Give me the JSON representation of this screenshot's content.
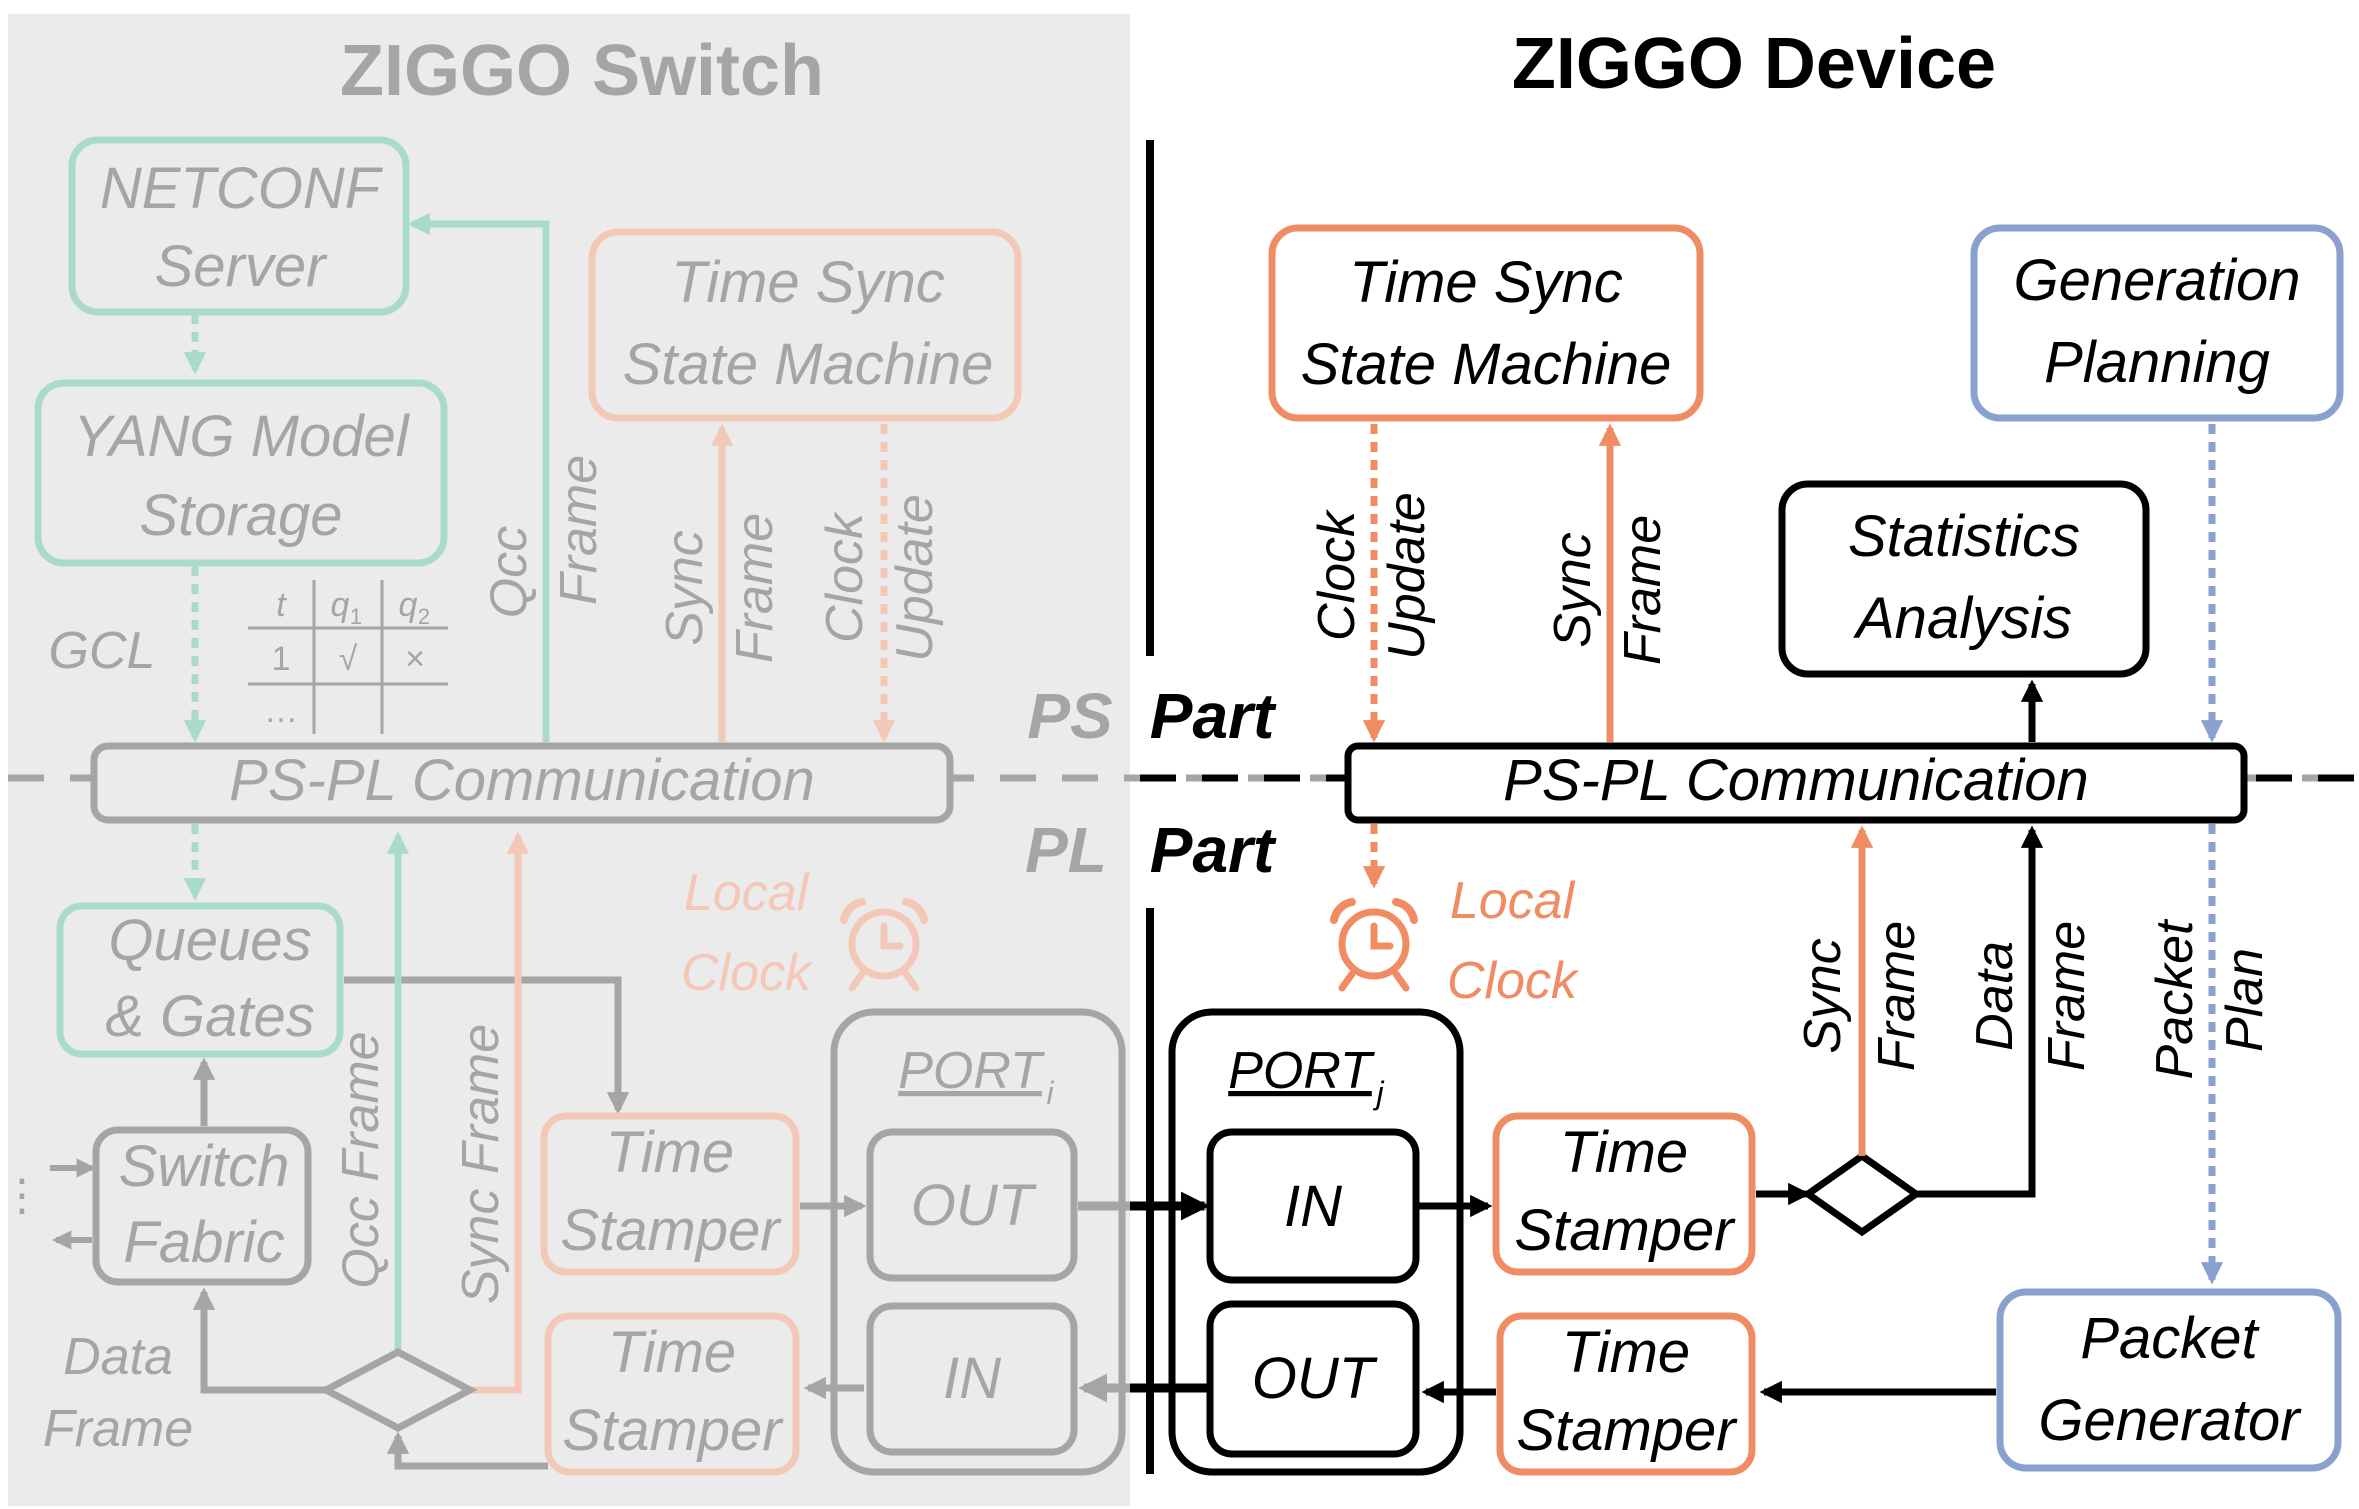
{
  "switch": {
    "title": "ZIGGO Switch",
    "netconf": [
      "NETCONF",
      "Server"
    ],
    "yang": [
      "YANG Model",
      "Storage"
    ],
    "time_sync": [
      "Time Sync",
      "State Machine"
    ],
    "gcl": "GCL",
    "gcl_table": {
      "headers": [
        "t",
        "q",
        "q"
      ],
      "header_subscripts": [
        "",
        "1",
        "2"
      ],
      "rows": [
        [
          "1",
          "√",
          "×"
        ],
        [
          "…",
          "",
          ""
        ]
      ]
    },
    "qcc_frame_up": [
      "Qcc",
      "Frame"
    ],
    "sync_frame_up": [
      "Sync",
      "Frame"
    ],
    "clock_update": [
      "Clock",
      "Update"
    ],
    "psp_comm": "PS-PL Communication",
    "local_clock": [
      "Local",
      "Clock"
    ],
    "queues": [
      "Queues",
      "& Gates"
    ],
    "fabric": [
      "Switch",
      "Fabric"
    ],
    "qcc_frame_vertical": "Qcc Frame",
    "sync_frame_vertical": "Sync Frame",
    "time_stamper_1": [
      "Time",
      "Stamper"
    ],
    "time_stamper_2": [
      "Time",
      "Stamper"
    ],
    "port": "PORT",
    "port_sub": "i",
    "out": "OUT",
    "in": "IN",
    "data_frame": [
      "Data",
      "Frame"
    ],
    "ellipsis": "⋮"
  },
  "parts": {
    "ps_abbr": "PS",
    "ps_word": "Part",
    "pl_abbr": "PL",
    "pl_word": "Part"
  },
  "device": {
    "title": "ZIGGO Device",
    "time_sync": [
      "Time Sync",
      "State Machine"
    ],
    "gen_plan": [
      "Generation",
      "Planning"
    ],
    "stats": [
      "Statistics",
      "Analysis"
    ],
    "clock_update": [
      "Clock",
      "Update"
    ],
    "sync_frame_up": [
      "Sync",
      "Frame"
    ],
    "psp_comm": "PS-PL Communication",
    "local_clock": [
      "Local",
      "Clock"
    ],
    "sync_frame_low": [
      "Sync",
      "Frame"
    ],
    "data_frame": [
      "Data",
      "Frame"
    ],
    "packet_plan": [
      "Packet",
      "Plan"
    ],
    "port": "PORT",
    "port_sub": "j",
    "in": "IN",
    "out": "OUT",
    "time_stamper_1": [
      "Time",
      "Stamper"
    ],
    "time_stamper_2": [
      "Time",
      "Stamper"
    ],
    "packet_gen": [
      "Packet",
      "Generator"
    ]
  },
  "colors": {
    "switch_bg": "#ebebeb",
    "teal_faded": "#a9dcc8",
    "salmon_faded": "#f3c8b7",
    "gray_faded": "#a5a5a5",
    "orange": "#f08c64",
    "blue": "#8aa0cf",
    "black": "#000000"
  }
}
